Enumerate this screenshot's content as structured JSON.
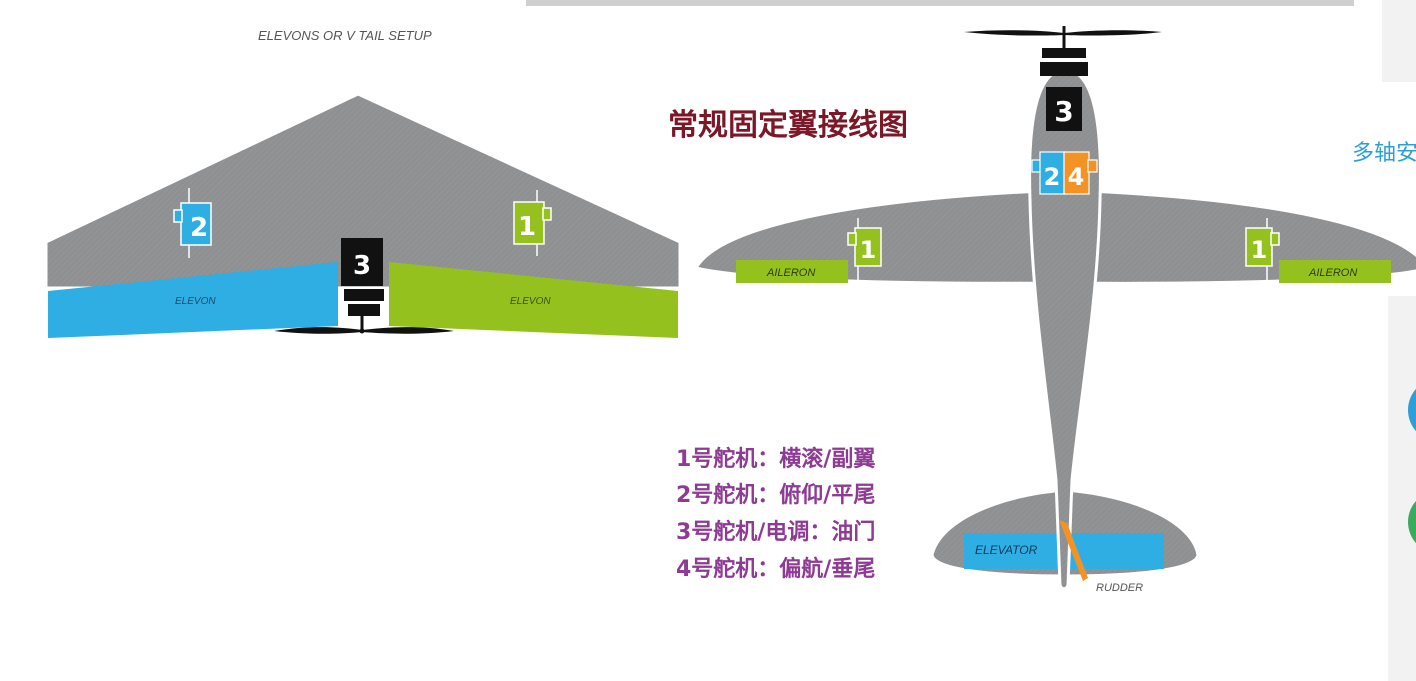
{
  "flying_wing": {
    "caption": "ELEVONS OR V TAIL SETUP",
    "left_surface_label": "ELEVON",
    "right_surface_label": "ELEVON",
    "servo_left_number": "2",
    "servo_right_number": "1",
    "motor_number": "3"
  },
  "plane": {
    "title": "常规固定翼接线图",
    "left_aileron_label": "AILERON",
    "right_aileron_label": "AILERON",
    "elevator_label": "ELEVATOR",
    "rudder_label": "RUDDER",
    "motor_number": "3",
    "servo_2_number": "2",
    "servo_4_number": "4",
    "servo_left_aileron_number": "1",
    "servo_right_aileron_number": "1"
  },
  "legend": {
    "items": [
      "1号舵机：横滚/副翼",
      "2号舵机：俯仰/平尾",
      "3号舵机/电调：油门",
      "4号舵机：偏航/垂尾"
    ]
  },
  "side_panel": {
    "heading": "多轴安"
  },
  "colors": {
    "body_gray": "#8e9092",
    "blue": "#2eaee3",
    "green": "#95c11f",
    "orange": "#f39325",
    "title_red": "#7b1727",
    "legend_purple": "#8e3b94",
    "side_blue": "#2b9fd6"
  }
}
